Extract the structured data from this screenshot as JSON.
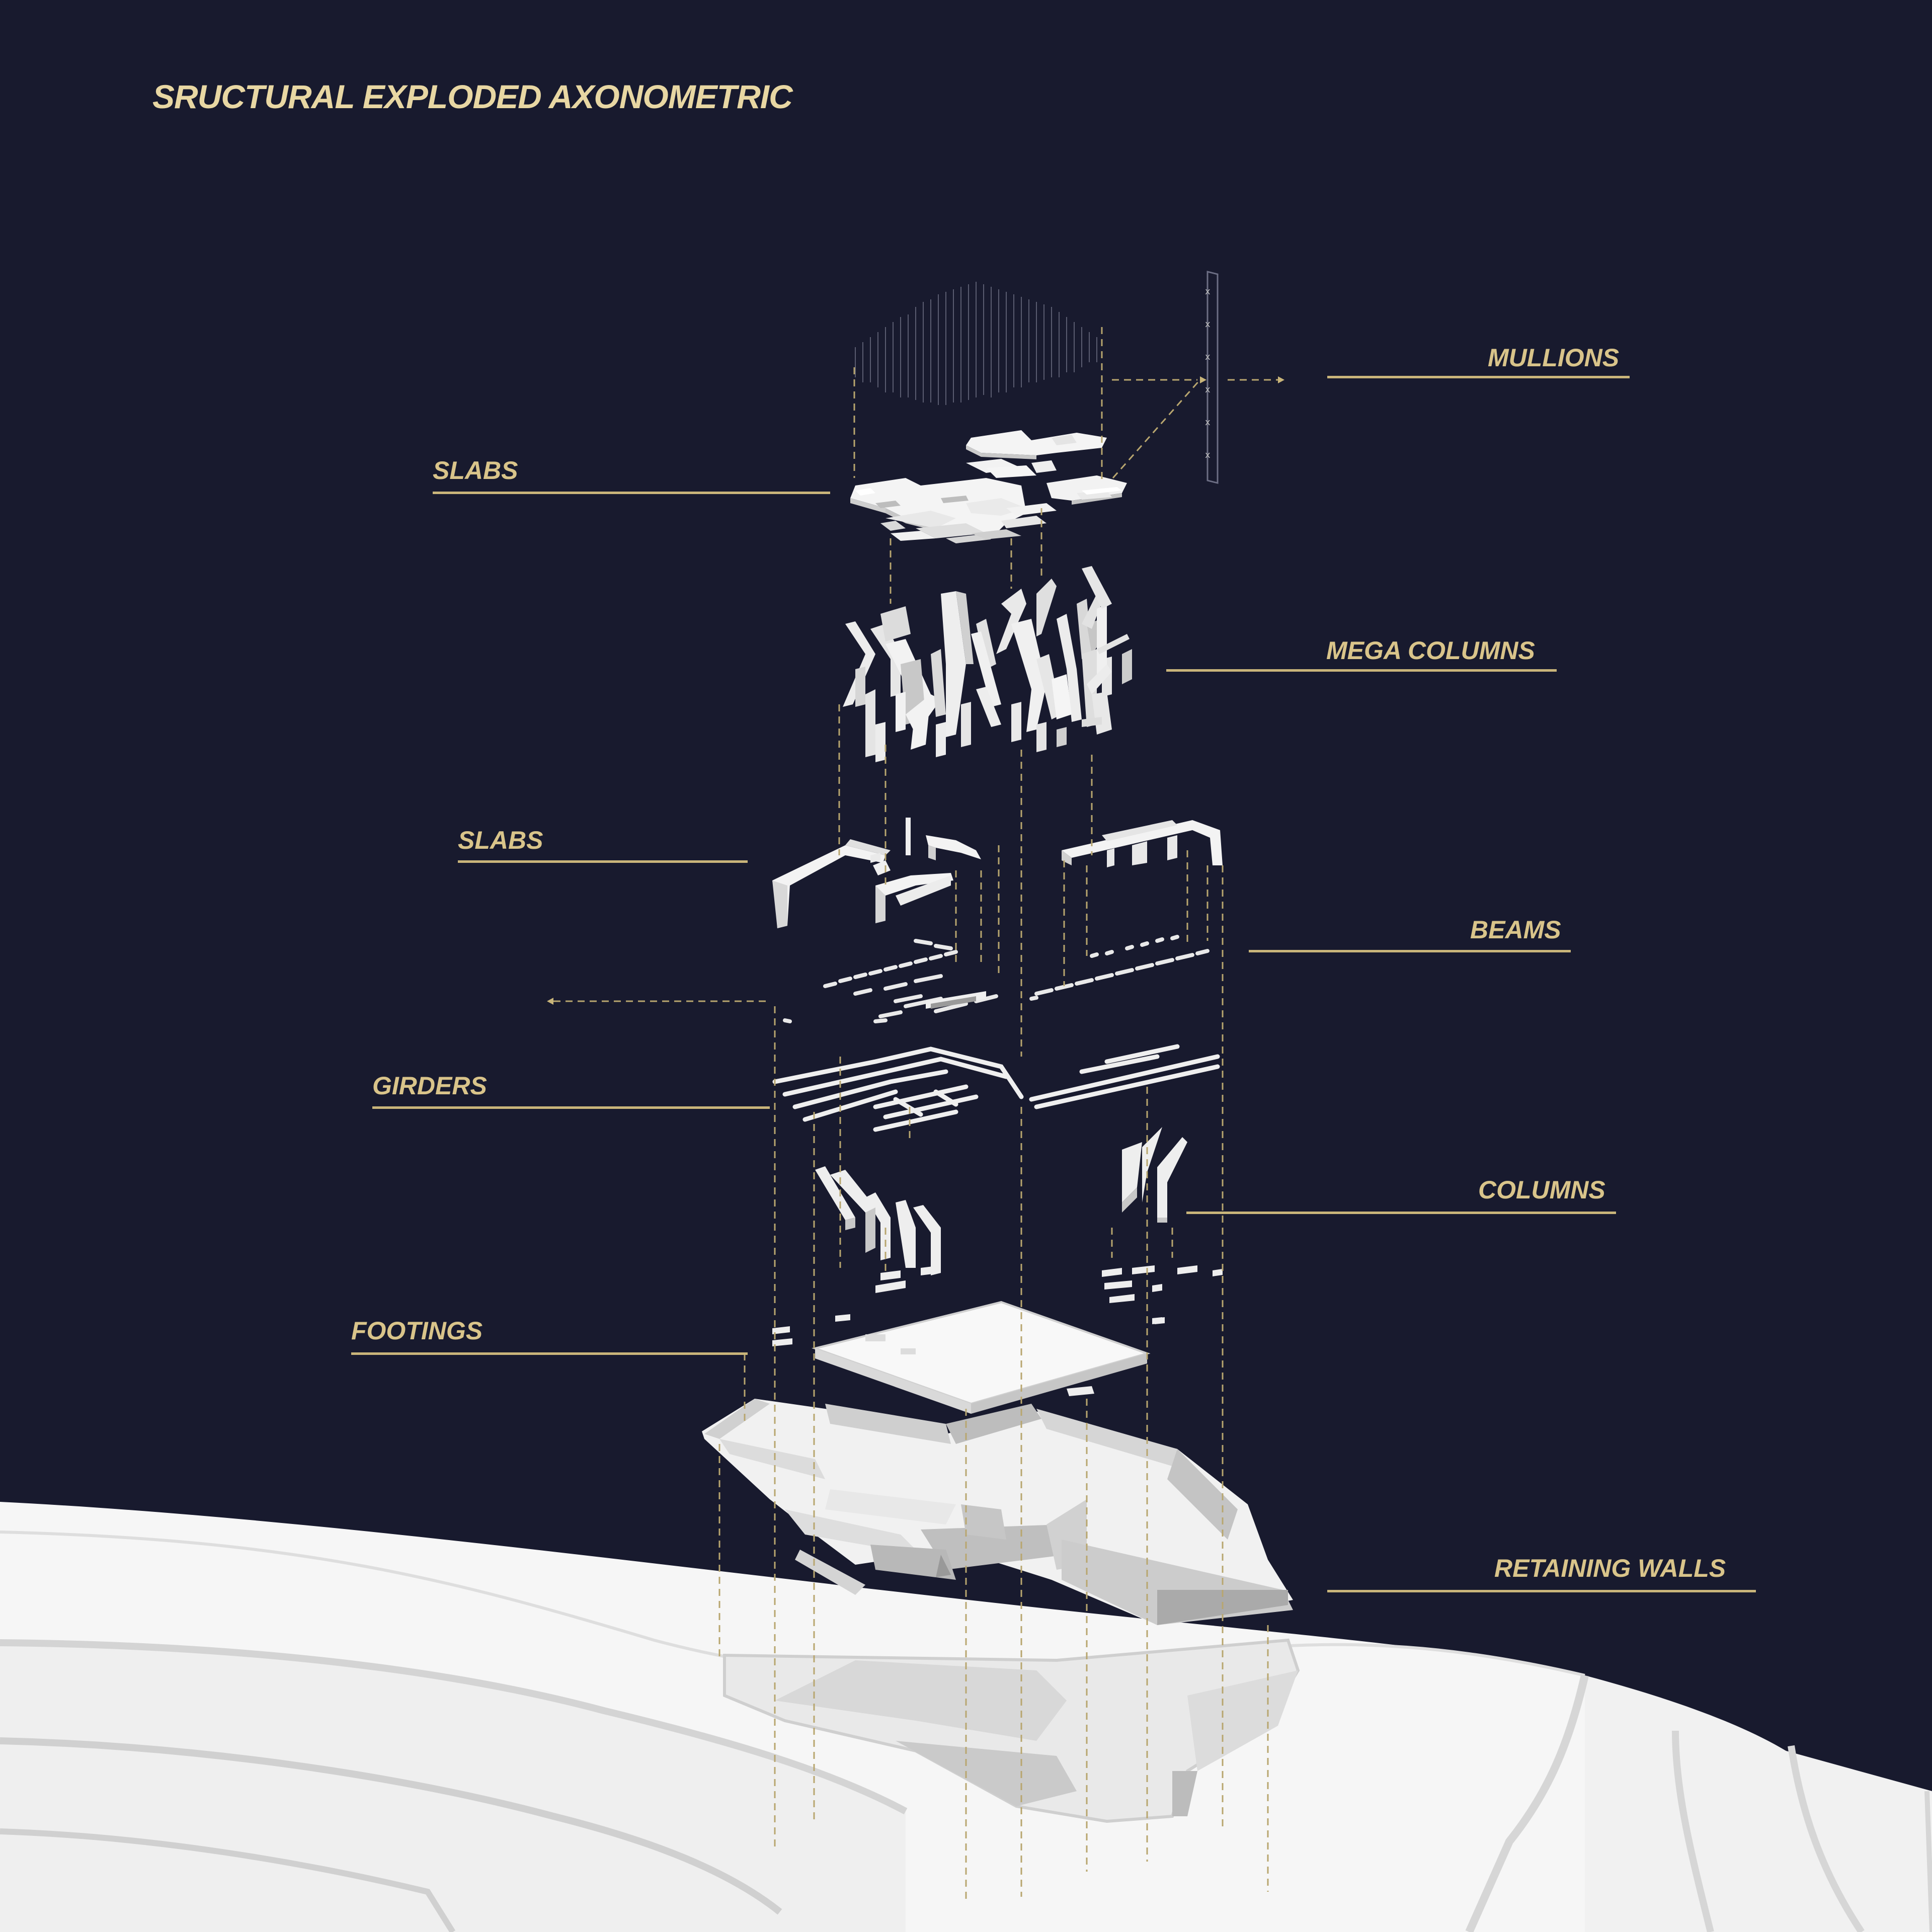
{
  "title": "SRUCTURAL EXPLODED AXONOMETRIC",
  "labels": {
    "mullions": "MULLIONS",
    "slabs_upper": "SLABS",
    "mega_columns": "MEGA COLUMNS",
    "slabs_lower": "SLABS",
    "beams": "BEAMS",
    "girders": "GIRDERS",
    "columns": "COLUMNS",
    "footings": "FOOTINGS",
    "retaining_walls": "RETAINING WALLS"
  },
  "colors": {
    "background": "#181a2e",
    "label": "#d9c48a",
    "title": "#e8d7a3",
    "leader": "#c9b57a",
    "model_light": "#f3f3f3",
    "model_shade": "#cfcfcf",
    "terrain": "#f4f4f4"
  }
}
